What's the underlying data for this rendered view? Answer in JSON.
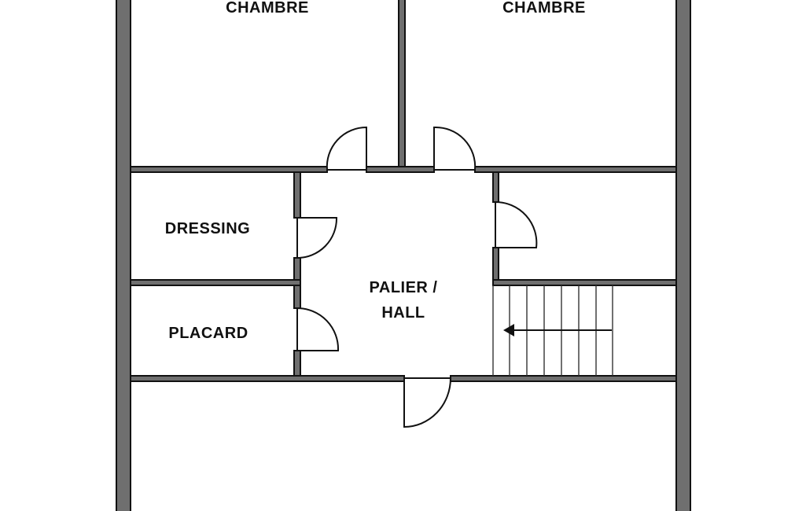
{
  "plan": {
    "rooms": {
      "bedroom_left": "CHAMBRE",
      "bedroom_right": "CHAMBRE",
      "dressing": "DRESSING",
      "placard": "PLACARD",
      "hall_line1": "PALIER /",
      "hall_line2": "HALL"
    }
  }
}
